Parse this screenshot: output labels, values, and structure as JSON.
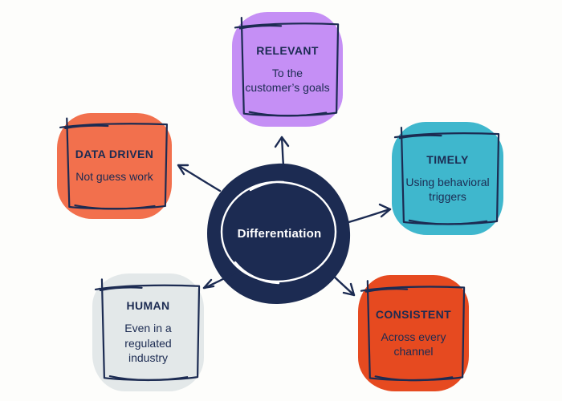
{
  "diagram": {
    "center_label": "Differentiation",
    "nodes": [
      {
        "id": "relevant",
        "title": "RELEVANT",
        "description": "To the customer’s goals",
        "description_lines": [
          "To the",
          "customer’s goals"
        ],
        "color": "#c58ff5"
      },
      {
        "id": "timely",
        "title": "TIMELY",
        "description": "Using behavioral triggers",
        "description_lines": [
          "Using behavioral",
          "triggers"
        ],
        "color": "#3fb7cd"
      },
      {
        "id": "consistent",
        "title": "CONSISTENT",
        "description": "Across every channel",
        "description_lines": [
          "Across every",
          "channel"
        ],
        "color": "#e64a20"
      },
      {
        "id": "human",
        "title": "HUMAN",
        "description": "Even in a regulated industry",
        "description_lines": [
          "Even in a",
          "regulated",
          "industry"
        ],
        "color": "#e3e8e9"
      },
      {
        "id": "data_driven",
        "title": "DATA DRIVEN",
        "description": "Not guess work",
        "description_lines": [
          "Not guess work"
        ],
        "color": "#f2704d"
      }
    ],
    "colors": {
      "navy": "#1c2b52",
      "background": "#fdfdfb",
      "center_fill": "#1c2b52",
      "center_text": "#ffffff"
    }
  }
}
